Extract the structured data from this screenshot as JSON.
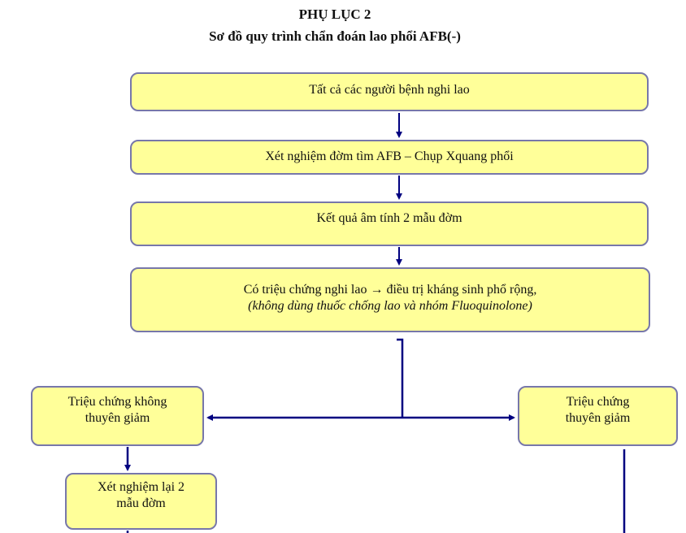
{
  "header": {
    "title": "PHỤ LỤC 2",
    "subtitle": "Sơ đồ quy trình chẩn đoán lao phổi AFB(-)"
  },
  "colors": {
    "box_fill": "#ffff99",
    "box_border": "#7777aa",
    "connector": "#000080"
  },
  "nodes": {
    "all_suspects": {
      "text": "Tất cả các người bệnh nghi lao"
    },
    "sputum_xray": {
      "text": "Xét nghiệm đờm tìm AFB – Chụp Xquang phổi"
    },
    "negative_result": {
      "text": "Kết quả âm tính 2 mẫu đờm"
    },
    "antibiotic": {
      "line1": "Có triệu chứng nghi lao → điều trị kháng sinh phổ rộng,",
      "line2": "(không dùng thuốc chống lao và nhóm Fluoquinolone)"
    },
    "no_improvement": {
      "line1": "Triệu chứng không",
      "line2": "thuyên giảm"
    },
    "retest": {
      "line1": "Xét nghiệm lại 2",
      "line2": "mẫu đờm"
    },
    "improvement": {
      "line1": "Triệu chứng",
      "line2": "thuyên giảm"
    }
  }
}
